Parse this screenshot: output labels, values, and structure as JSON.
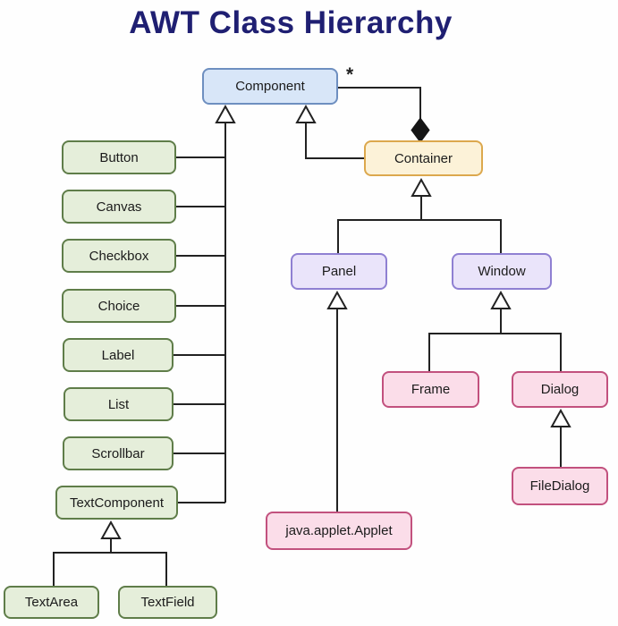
{
  "title": "AWT Class Hierarchy",
  "multiplicity_label": "*",
  "nodes": {
    "component": {
      "label": "Component",
      "category": "blue"
    },
    "container": {
      "label": "Container",
      "category": "yellow"
    },
    "button": {
      "label": "Button",
      "category": "green"
    },
    "canvas": {
      "label": "Canvas",
      "category": "green"
    },
    "checkbox": {
      "label": "Checkbox",
      "category": "green"
    },
    "choice": {
      "label": "Choice",
      "category": "green"
    },
    "label": {
      "label": "Label",
      "category": "green"
    },
    "list": {
      "label": "List",
      "category": "green"
    },
    "scrollbar": {
      "label": "Scrollbar",
      "category": "green"
    },
    "textcomponent": {
      "label": "TextComponent",
      "category": "green"
    },
    "textarea": {
      "label": "TextArea",
      "category": "green"
    },
    "textfield": {
      "label": "TextField",
      "category": "green"
    },
    "panel": {
      "label": "Panel",
      "category": "purple"
    },
    "window": {
      "label": "Window",
      "category": "purple"
    },
    "frame": {
      "label": "Frame",
      "category": "pink"
    },
    "dialog": {
      "label": "Dialog",
      "category": "pink"
    },
    "filedialog": {
      "label": "FileDialog",
      "category": "pink"
    },
    "applet": {
      "label": "java.applet.Applet",
      "category": "pink"
    }
  },
  "edges": [
    {
      "child": "button",
      "parent": "component",
      "type": "inheritance"
    },
    {
      "child": "canvas",
      "parent": "component",
      "type": "inheritance"
    },
    {
      "child": "checkbox",
      "parent": "component",
      "type": "inheritance"
    },
    {
      "child": "choice",
      "parent": "component",
      "type": "inheritance"
    },
    {
      "child": "label",
      "parent": "component",
      "type": "inheritance"
    },
    {
      "child": "list",
      "parent": "component",
      "type": "inheritance"
    },
    {
      "child": "scrollbar",
      "parent": "component",
      "type": "inheritance"
    },
    {
      "child": "textcomponent",
      "parent": "component",
      "type": "inheritance"
    },
    {
      "child": "textarea",
      "parent": "textcomponent",
      "type": "inheritance"
    },
    {
      "child": "textfield",
      "parent": "textcomponent",
      "type": "inheritance"
    },
    {
      "child": "container",
      "parent": "component",
      "type": "inheritance"
    },
    {
      "child": "panel",
      "parent": "container",
      "type": "inheritance"
    },
    {
      "child": "window",
      "parent": "container",
      "type": "inheritance"
    },
    {
      "child": "applet",
      "parent": "panel",
      "type": "inheritance"
    },
    {
      "child": "frame",
      "parent": "window",
      "type": "inheritance"
    },
    {
      "child": "dialog",
      "parent": "window",
      "type": "inheritance"
    },
    {
      "child": "filedialog",
      "parent": "dialog",
      "type": "inheritance"
    },
    {
      "whole": "container",
      "part": "component",
      "type": "composition",
      "multiplicity": "*"
    }
  ],
  "colors": {
    "title-color": "#1f1f72",
    "text-color": "#1b1b1b",
    "line-color": "#222222",
    "blue-bg": "#d8e6f8",
    "blue-border": "#6e8fc0",
    "yellow-bg": "#fcf2d8",
    "yellow-border": "#dca84d",
    "green-bg": "#e5eeda",
    "green-border": "#5f7d49",
    "purple-bg": "#eae4fa",
    "purple-border": "#8f80d2",
    "pink-bg": "#fbdde9",
    "pink-border": "#c2517e"
  }
}
